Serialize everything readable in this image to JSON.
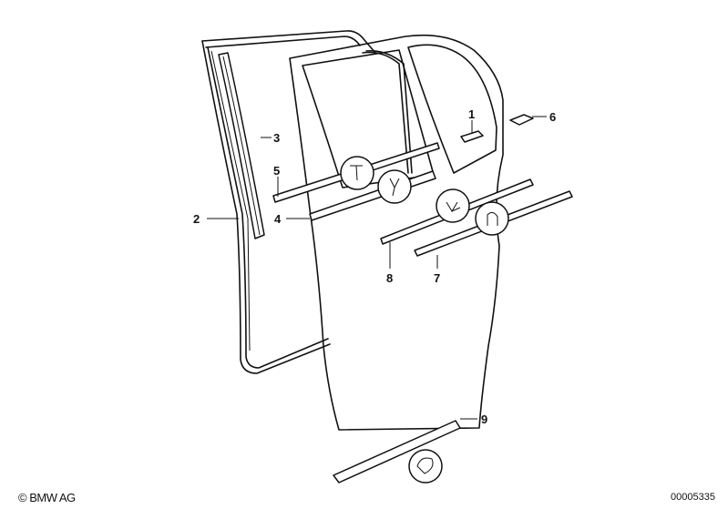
{
  "diagram": {
    "callouts": [
      "1",
      "2",
      "3",
      "4",
      "5",
      "6",
      "7",
      "8",
      "9"
    ]
  },
  "footer": {
    "copyright": "© BMW AG",
    "drawing_number": "00005335"
  }
}
